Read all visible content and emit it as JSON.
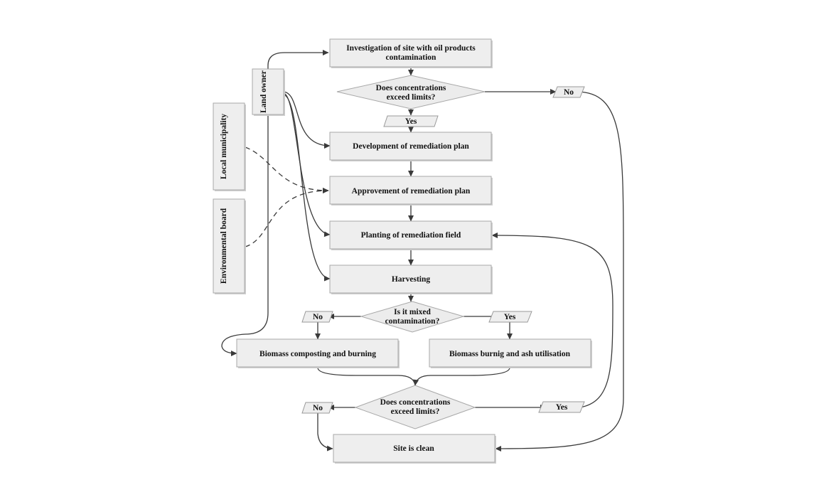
{
  "nodes": {
    "investigation": {
      "lines": [
        "Investigation of site with oil products",
        "contamination"
      ]
    },
    "exceed1": {
      "lines": [
        "Does concentrations",
        "exceed limits?"
      ]
    },
    "yes1": "Yes",
    "no1": "No",
    "development": "Development of remediation plan",
    "approvement": "Approvement of remediation plan",
    "planting": "Planting of remediation field",
    "harvesting": "Harvesting",
    "mixed": {
      "lines": [
        "Is it mixed",
        "contamination?"
      ]
    },
    "no2": "No",
    "yes2": "Yes",
    "composting": "Biomass composting and burning",
    "burning": "Biomass burnig and ash utilisation",
    "exceed2": {
      "lines": [
        "Does concentrations",
        "exceed limits?"
      ]
    },
    "no3": "No",
    "yes3": "Yes",
    "clean": "Site is clean",
    "land_owner": "Land owner",
    "local_municipality": "Local municipality",
    "environmental_board": "Environmental board"
  }
}
